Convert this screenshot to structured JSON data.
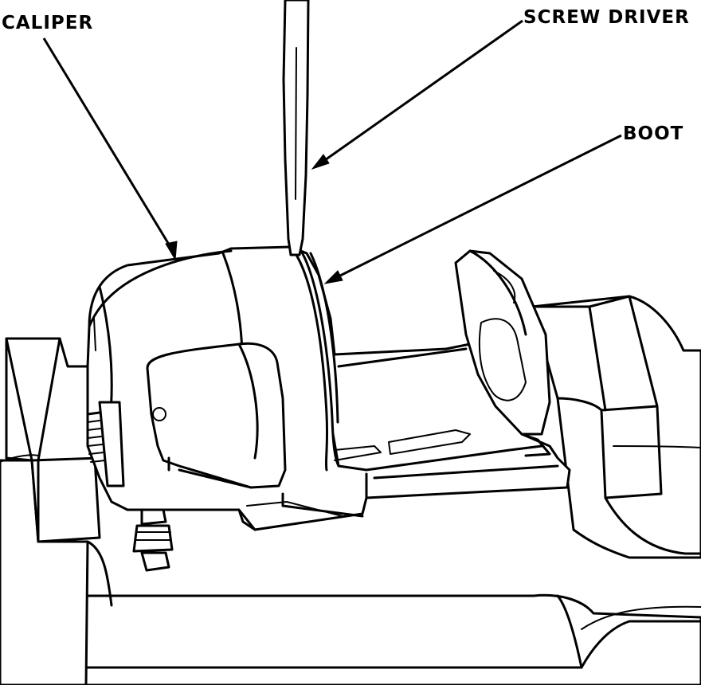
{
  "figure": {
    "labels": {
      "caliper": "CALIPER",
      "screwdriver": "SCREW DRIVER",
      "boot": "BOOT"
    }
  }
}
